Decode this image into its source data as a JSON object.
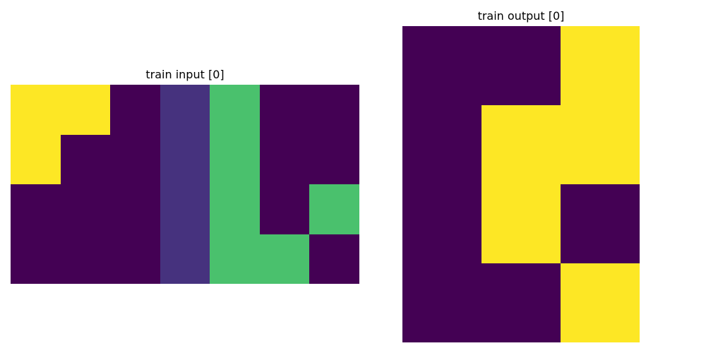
{
  "palette": {
    "0": "#440154",
    "1": "#46327e",
    "3": "#4ac16d",
    "4": "#fde725"
  },
  "panels": {
    "input": {
      "title": "train input [0]",
      "grid": [
        [
          4,
          4,
          0,
          1,
          3,
          0,
          0
        ],
        [
          4,
          0,
          0,
          1,
          3,
          0,
          0
        ],
        [
          0,
          0,
          0,
          1,
          3,
          0,
          3
        ],
        [
          0,
          0,
          0,
          1,
          3,
          3,
          0
        ]
      ]
    },
    "output": {
      "title": "train output [0]",
      "grid": [
        [
          0,
          0,
          4
        ],
        [
          0,
          4,
          4
        ],
        [
          0,
          4,
          0
        ],
        [
          0,
          0,
          4
        ]
      ]
    }
  }
}
